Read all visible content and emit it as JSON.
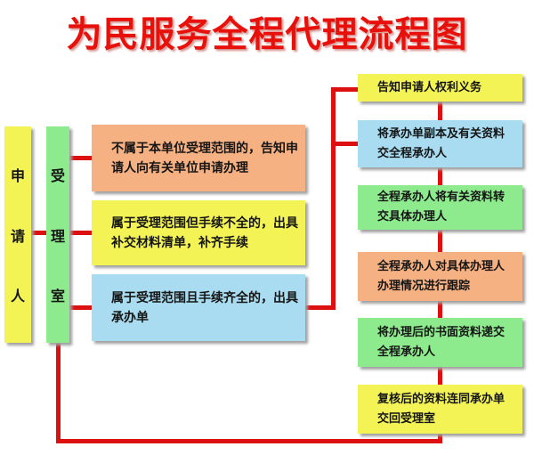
{
  "title": "为民服务全程代理流程图",
  "colors": {
    "line_red": "#dd1010",
    "title_red": "#e8100a",
    "yellow": "#f3f356",
    "green": "#8dea8d",
    "orange": "#f6b183",
    "blue": "#a9dcf0"
  },
  "left_nodes": [
    {
      "label": "申请人",
      "chars": [
        "申",
        "请",
        "人"
      ]
    },
    {
      "label": "受理室",
      "chars": [
        "受",
        "理",
        "室"
      ]
    }
  ],
  "middle_nodes": [
    {
      "text": "不属于本单位受理范围的，告知申请人向有关单位申请办理",
      "lines": [
        "不属于本单位受理范围的，告知申",
        "请人向有关单位申请办理"
      ]
    },
    {
      "text": "属于受理范围但手续不全的，出具补交材料清单，补齐手续",
      "lines": [
        "属于受理范围但手续不全的，出具",
        "补交材料清单，补齐手续"
      ]
    },
    {
      "text": "属于受理范围且手续齐全的，出具承办单",
      "lines": [
        "属于受理范围且手续齐全的，出具",
        "承办单"
      ]
    }
  ],
  "right_nodes": [
    {
      "text": "告知申请人权利义务",
      "lines": [
        "告知申请人权利义务"
      ]
    },
    {
      "text": "将承办单副本及有关资料交全程承办人",
      "lines": [
        "将承办单副本及有关资料",
        "交全程承办人"
      ]
    },
    {
      "text": "全程承办人将有关资料转交具体办理人",
      "lines": [
        "全程承办人将有关资料转",
        "交具体办理人"
      ]
    },
    {
      "text": "全程承办人对具体办理人办理情况进行跟踪",
      "lines": [
        "全程承办人对具体办理人",
        "办理情况进行跟踪"
      ]
    },
    {
      "text": "将办理后的书面资料递交全程承办人",
      "lines": [
        "将办理后的书面资料递交",
        "全程承办人"
      ]
    },
    {
      "text": "复核后的资料连同承办单交回受理室",
      "lines": [
        "复核后的资料连同承办单",
        "交回受理室"
      ]
    }
  ]
}
